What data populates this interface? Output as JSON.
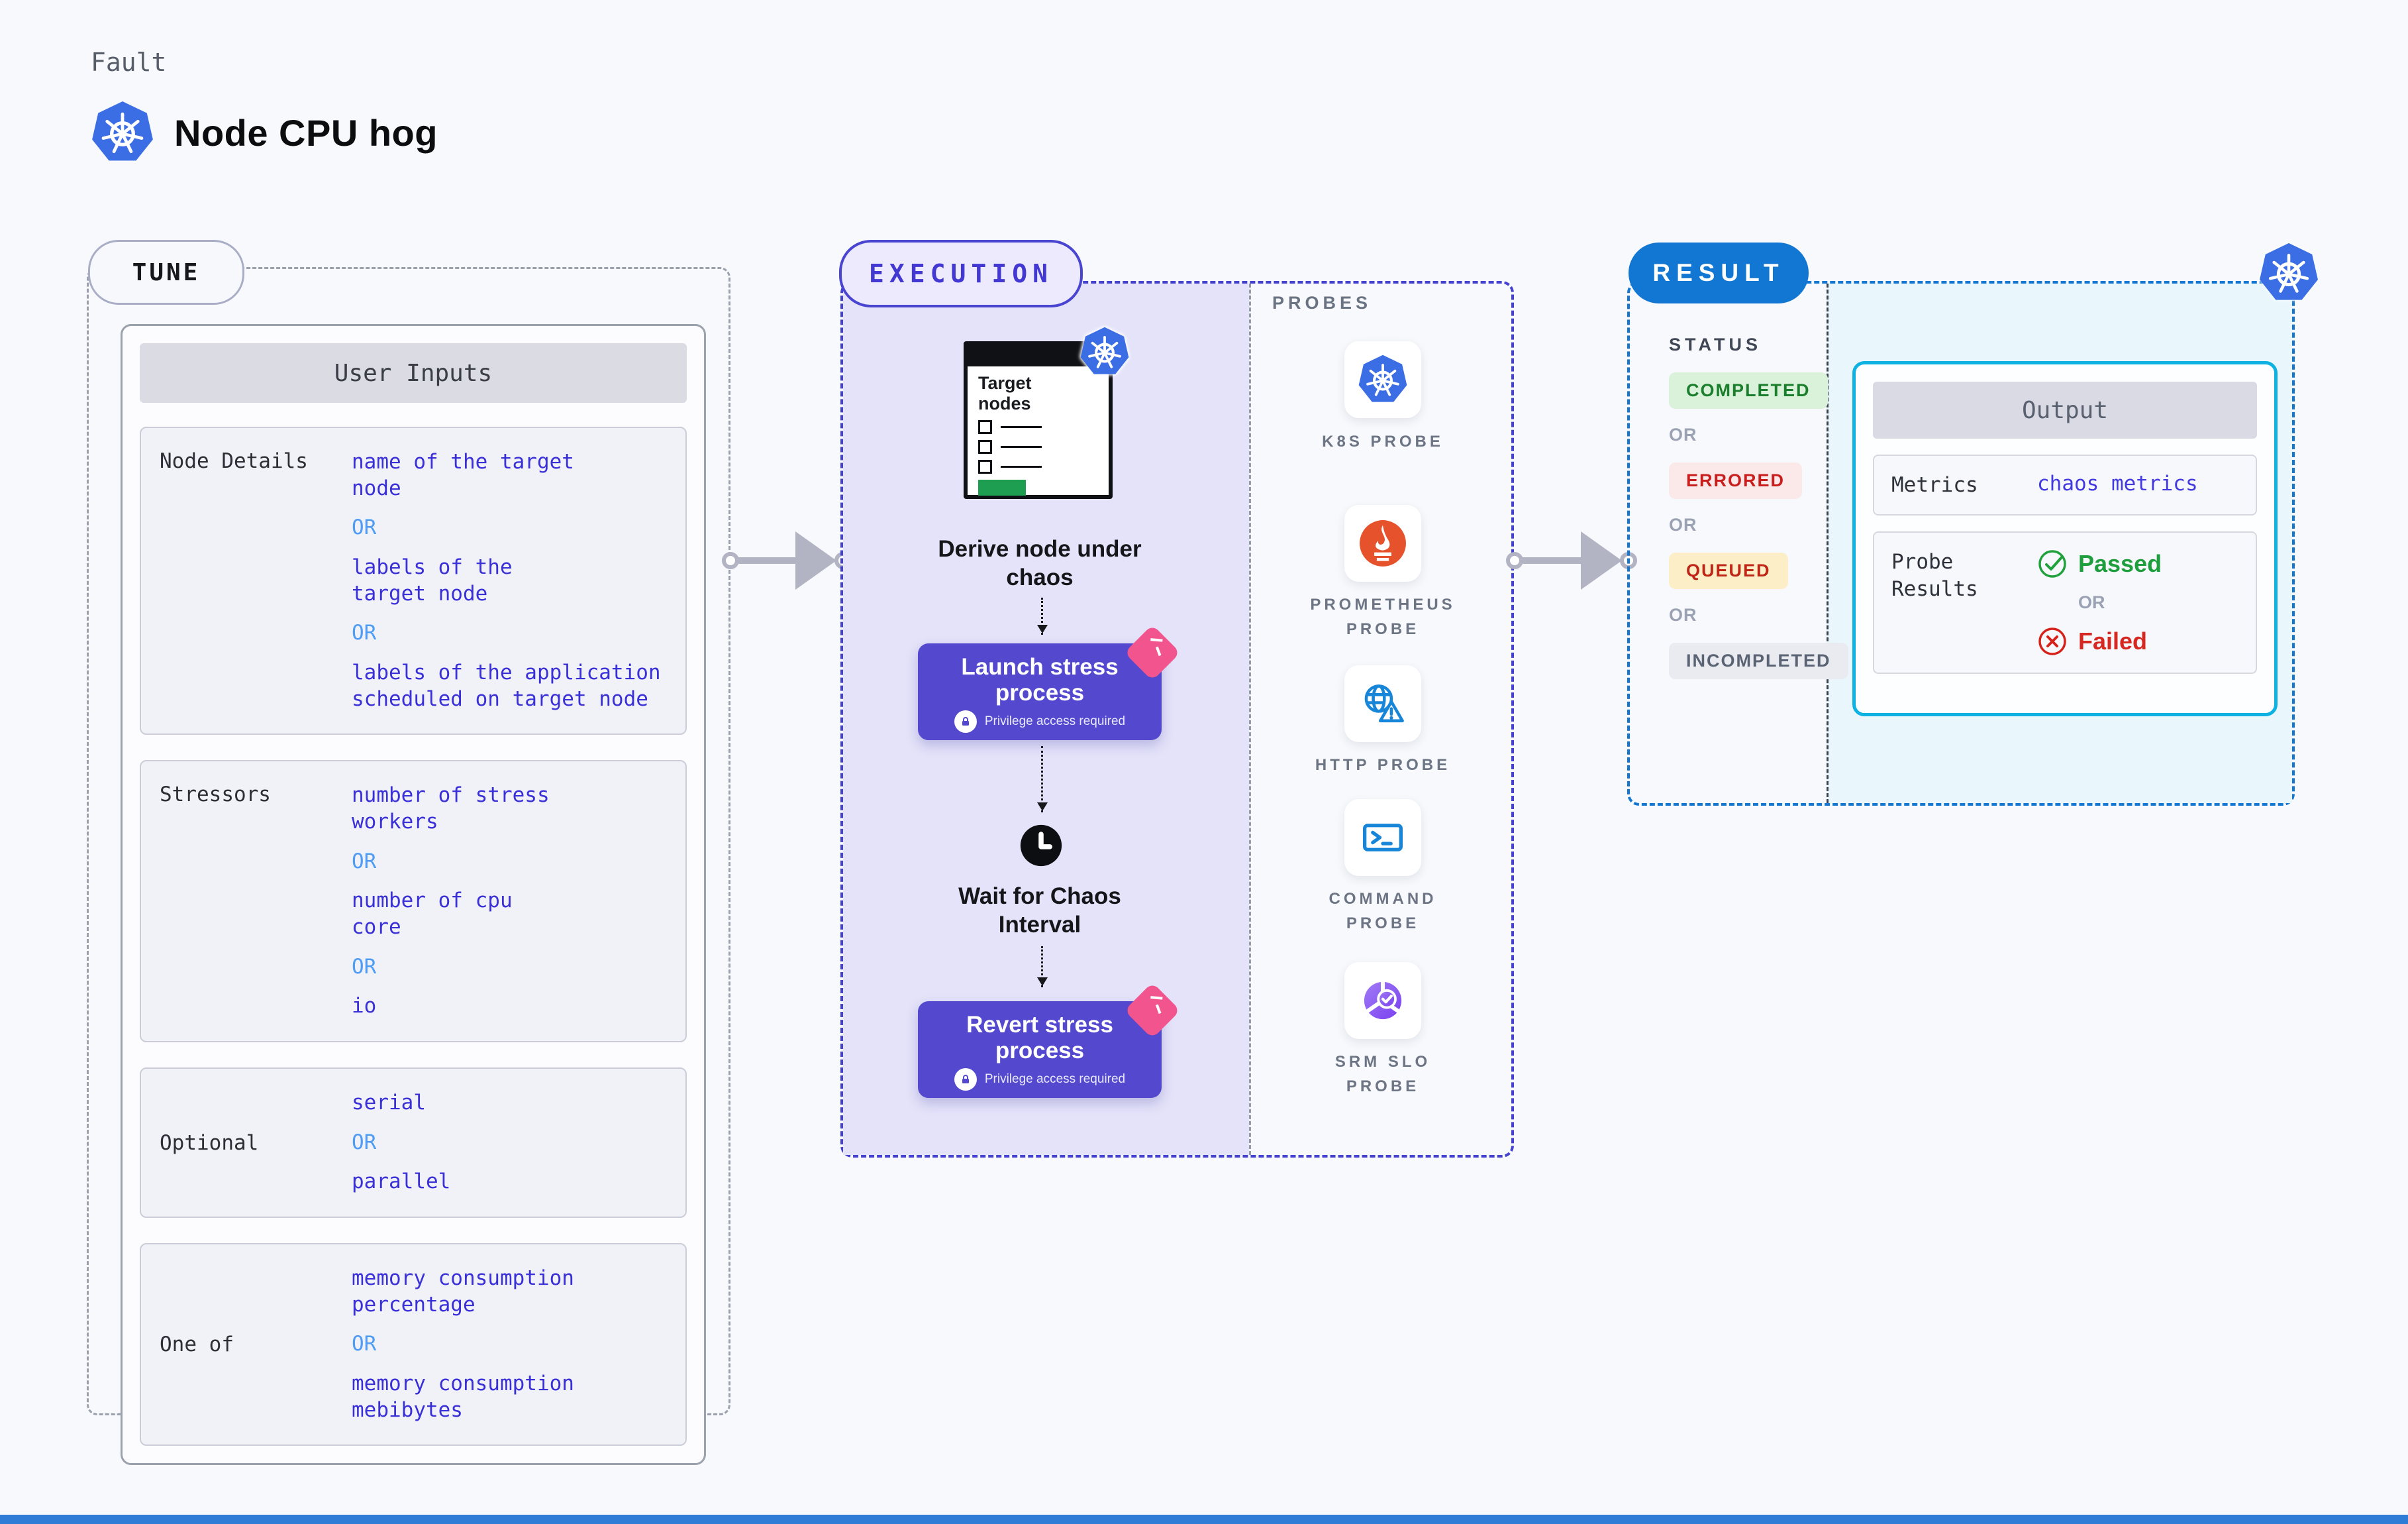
{
  "header": {
    "kicker": "Fault",
    "title": "Node CPU hog"
  },
  "common": {
    "or": "OR"
  },
  "colors": {
    "accent_indigo": "#5448cf",
    "execution_border": "#4442ce",
    "result_blue": "#1277d3",
    "output_border": "#0db1e2",
    "value_text": "#3a30d8",
    "or_text": "#4f9cf4",
    "passed_green": "#1f9e3d",
    "failed_red": "#d62721",
    "green_bar": "#1d9e50",
    "ribbon_pink": "#f2558e",
    "kubernetes_blue": "#3b6de4",
    "prometheus_orange": "#e6522c"
  },
  "tune": {
    "pill": "TUNE",
    "table_title": "User Inputs",
    "rows": [
      {
        "label": "Node Details",
        "values": [
          "name of the target\nnode",
          "labels of the\ntarget node",
          "labels of the application\n scheduled on target node"
        ]
      },
      {
        "label": "Stressors",
        "values": [
          "number of stress\nworkers",
          "number of cpu\ncore",
          "io"
        ]
      },
      {
        "label": "Optional",
        "values": [
          "serial",
          "parallel"
        ]
      },
      {
        "label": "One of",
        "values": [
          "memory consumption\npercentage",
          "memory consumption\nmebibytes"
        ]
      }
    ]
  },
  "execution": {
    "pill": "EXECUTION",
    "clipboard_title": "Target\nnodes",
    "steps": {
      "derive": "Derive node under\nchaos",
      "launch": {
        "title": "Launch stress\nprocess",
        "sub": "Privilege access required"
      },
      "wait": "Wait for Chaos\nInterval",
      "revert": {
        "title": "Revert stress\nprocess",
        "sub": "Privilege access required"
      }
    },
    "probes": {
      "label": "PROBES",
      "items": [
        {
          "label": "K8S PROBE"
        },
        {
          "label": "PROMETHEUS\nPROBE"
        },
        {
          "label": "HTTP PROBE"
        },
        {
          "label": "COMMAND\nPROBE"
        },
        {
          "label": "SRM SLO\nPROBE"
        }
      ]
    }
  },
  "result": {
    "pill": "RESULT",
    "status": {
      "label": "STATUS",
      "badges": [
        {
          "text": "COMPLETED",
          "fg": "#1b7e2c",
          "bg": "#d9f2d9"
        },
        {
          "text": "ERRORED",
          "fg": "#c81e1e",
          "bg": "#fbe9e9"
        },
        {
          "text": "QUEUED",
          "fg": "#bf2517",
          "bg": "#fcefc7"
        },
        {
          "text": "INCOMPLETED",
          "fg": "#5a6373",
          "bg": "#e9ebf0"
        }
      ]
    },
    "output": {
      "title": "Output",
      "metrics_label": "Metrics",
      "metrics_value": "chaos metrics",
      "probe_results_label": "Probe\nResults",
      "passed": "Passed",
      "failed": "Failed"
    }
  }
}
